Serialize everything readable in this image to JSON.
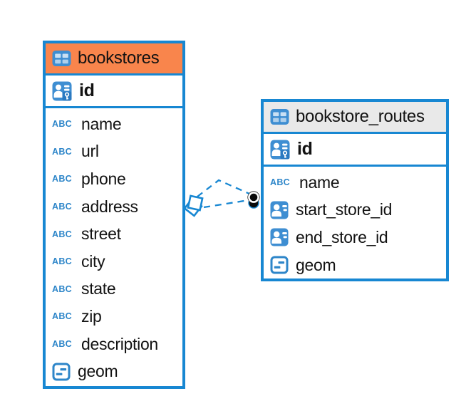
{
  "diagram": {
    "colors": {
      "accent_blue": "#1787D2",
      "icon_blue": "#3E8ED2",
      "bookstores_header": "#F9854C",
      "routes_header": "#E9E9E9",
      "line_color": "#1787D2",
      "text_color": "#121212"
    },
    "icons": {
      "text_glyph": "ABC"
    },
    "tables": [
      {
        "name": "bookstores",
        "header_color": "#F9854C",
        "primary_key": {
          "label": "id",
          "icon": "primary-key-icon"
        },
        "columns": [
          {
            "label": "name",
            "icon": "text-abc-icon"
          },
          {
            "label": "url",
            "icon": "text-abc-icon"
          },
          {
            "label": "phone",
            "icon": "text-abc-icon"
          },
          {
            "label": "address",
            "icon": "text-abc-icon"
          },
          {
            "label": "street",
            "icon": "text-abc-icon"
          },
          {
            "label": "city",
            "icon": "text-abc-icon"
          },
          {
            "label": "state",
            "icon": "text-abc-icon"
          },
          {
            "label": "zip",
            "icon": "text-abc-icon"
          },
          {
            "label": "description",
            "icon": "text-abc-icon"
          },
          {
            "label": "geom",
            "icon": "geometry-icon"
          }
        ]
      },
      {
        "name": "bookstore_routes",
        "header_color": "#E9E9E9",
        "primary_key": {
          "label": "id",
          "icon": "primary-key-icon"
        },
        "columns": [
          {
            "label": "name",
            "icon": "text-abc-icon"
          },
          {
            "label": "start_store_id",
            "icon": "reference-icon"
          },
          {
            "label": "end_store_id",
            "icon": "reference-icon"
          },
          {
            "label": "geom",
            "icon": "geometry-icon"
          }
        ]
      }
    ],
    "relationships": [
      {
        "from_table": "bookstores",
        "to_table": "bookstore_routes",
        "via_column": "start_store_id",
        "style": "dashed"
      },
      {
        "from_table": "bookstores",
        "to_table": "bookstore_routes",
        "via_column": "end_store_id",
        "style": "dashed"
      }
    ]
  }
}
